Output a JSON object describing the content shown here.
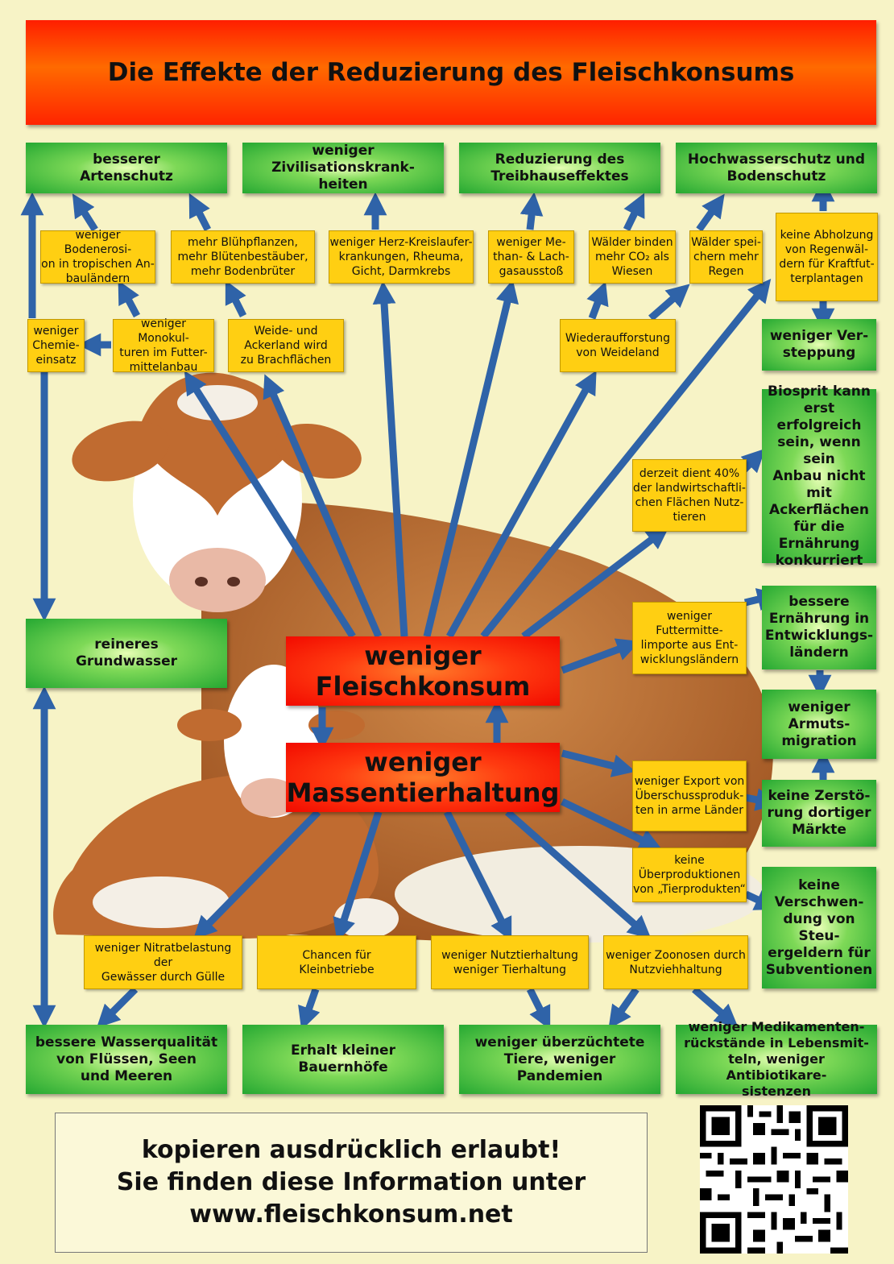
{
  "title": "Die Effekte der Reduzierung des Fleischkonsums",
  "colors": {
    "background": "#f7f3c6",
    "title_red": "#ff2400",
    "box_green": "#25a832",
    "box_yellow": "#ffcf12",
    "center_red": "#f20a00",
    "arrow_blue": "#2f63a8",
    "cow_brown": "#b8662c"
  },
  "center": {
    "top": "weniger\nFleischkonsum",
    "bottom": "weniger\nMassentierhaltung"
  },
  "green": {
    "artenschutz": "besserer\nArtenschutz",
    "zivilisation": "weniger Zivilisationskrank-\nheiten",
    "treibhaus": "Reduzierung des\nTreibhauseffektes",
    "hochwasser": "Hochwasserschutz und\nBodenschutz",
    "versteppung": "weniger Ver-\nsteppung",
    "biosprit": "Biosprit kann\nerst erfolgreich\nsein, wenn sein\nAnbau nicht\nmit\nAckerflächen\nfür die\nErnährung\nkonkurriert",
    "ernaehrung": "bessere\nErnährung in\nEntwicklungs-\nländern",
    "armut": "weniger\nArmuts-\nmigration",
    "maerkte": "keine Zerstö-\nrung dortiger\nMärkte",
    "verschwendung": "keine\nVerschwen-\ndung von Steu-\nergeldern für\nSubventionen",
    "grundwasser": "reineres\nGrundwasser",
    "wasserqualitaet": "bessere Wasserqualität\nvon Flüssen, Seen\nund Meeren",
    "bauernhoefe": "Erhalt kleiner\nBauernhöfe",
    "pandemien": "weniger überzüchtete\nTiere, weniger Pandemien",
    "medikamente": "weniger Medikamenten-\nrückstände in Lebensmit-\nteln, weniger Antibiotikare-\nsistenzen"
  },
  "yellow": {
    "bodenerosion": "weniger Bodenerosi-\non in tropischen An-\nbauländern",
    "bluehpflanzen": "mehr Blühpflanzen,\nmehr Blütenbestäuber,\nmehr Bodenbrüter",
    "herzkreislauf": "weniger Herz-Kreislaufer-\nkrankungen, Rheuma,\nGicht, Darmkrebs",
    "methan": "weniger Me-\nthan- & Lach-\ngasausstoß",
    "waelder_co2": "Wälder binden\nmehr CO₂ als\nWiesen",
    "waelder_regen": "Wälder spei-\nchern mehr\nRegen",
    "regenwald": "keine Abholzung\nvon Regenwäl-\ndern für Kraftfut-\nterplantagen",
    "chemie": "weniger\nChemie-\neinsatz",
    "monokultur": "weniger Monokul-\nturen im Futter-\nmittelanbau",
    "brachflaechen": "Weide- und\nAckerland wird\nzu Brachflächen",
    "wiederaufforstung": "Wiederaufforstung\nvon Weideland",
    "nutzflaechen": "derzeit dient 40%\nder landwirtschaftli-\nchen Flächen Nutz-\ntieren",
    "futtermittel": "weniger Futtermitte-\nlimporte aus Ent-\nwicklungsländern",
    "export": "weniger Export von\nÜberschussproduk-\nten in arme Länder",
    "ueberproduktion": "keine\nÜberproduktionen\nvon „Tierprodukten“",
    "nitrat": "weniger Nitratbelastung der\nGewässer durch Gülle",
    "kleinbetriebe": "Chancen für\nKleinbetriebe",
    "nutztierhaltung": "weniger Nutztierhaltung\nweniger Tierhaltung",
    "zoonosen": "weniger Zoonosen durch\nNutzviehhaltung"
  },
  "footer": {
    "line1": "kopieren ausdrücklich erlaubt!",
    "line2": "Sie finden diese Information unter",
    "line3": "www.fleischkonsum.net"
  },
  "icons": {
    "qr": "qr-code-icon",
    "cow": "cow-illustration"
  }
}
